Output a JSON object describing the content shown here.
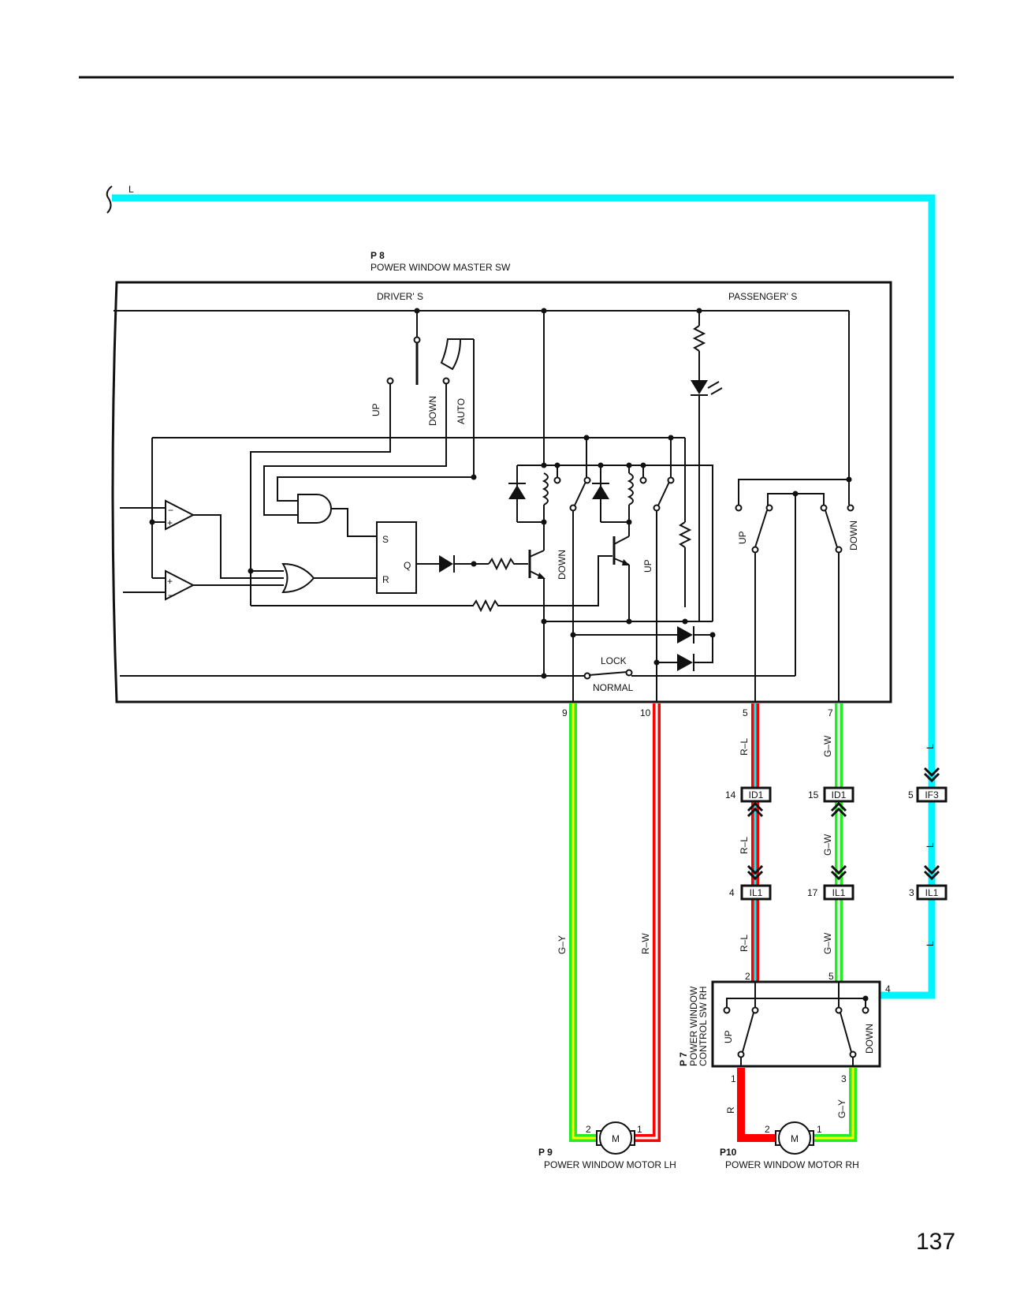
{
  "page": {
    "number": "137"
  },
  "colors": {
    "wire_L": "#00f4ff",
    "red": "#ff0000",
    "green": "#22ee22",
    "yellow": "#ffff00",
    "white": "#ffffff",
    "outline": "#111111"
  },
  "top_wire": {
    "label": "L",
    "color_code": "L"
  },
  "master_switch": {
    "id": "P 8",
    "name": "POWER WINDOW MASTER SW",
    "drivers_label": "DRIVER' S",
    "passengers_label": "PASSENGER' S",
    "driver_switch_positions": [
      "UP",
      "DOWN",
      "AUTO"
    ],
    "relay_labels": [
      "DOWN",
      "UP"
    ],
    "passenger_switch_labels": [
      "UP",
      "DOWN"
    ],
    "lock_label": "LOCK",
    "normal_label": "NORMAL",
    "flipflop": {
      "s": "S",
      "r": "R",
      "q": "Q"
    },
    "comparator_signs": {
      "minus": "−",
      "plus": "+"
    },
    "pins": [
      "9",
      "10",
      "5",
      "7"
    ]
  },
  "wires": {
    "pin9": {
      "pin": "9",
      "code": "G–Y"
    },
    "pin10": {
      "pin": "10",
      "code": "R–W"
    },
    "pin5": {
      "pin": "5",
      "code": "R–L"
    },
    "pin7": {
      "pin": "7",
      "code": "G–W"
    },
    "rh_up": {
      "code": "R"
    },
    "rh_down": {
      "code": "G–Y"
    },
    "l_right": {
      "code": "L"
    }
  },
  "connectors": {
    "id1_a": {
      "pin": "14",
      "name": "ID1"
    },
    "id1_b": {
      "pin": "15",
      "name": "ID1"
    },
    "if3": {
      "pin": "5",
      "name": "IF3"
    },
    "il1_a": {
      "pin": "4",
      "name": "IL1"
    },
    "il1_b": {
      "pin": "17",
      "name": "IL1"
    },
    "il1_c": {
      "pin": "3",
      "name": "IL1"
    }
  },
  "rh_switch": {
    "id": "P 7",
    "name_line1": "POWER WINDOW",
    "name_line2": "CONTROL SW RH",
    "up_label": "UP",
    "down_label": "DOWN",
    "pins": {
      "p2": "2",
      "p5": "5",
      "p4": "4",
      "p1": "1",
      "p3": "3"
    }
  },
  "motor_lh": {
    "id": "P 9",
    "name": "POWER WINDOW MOTOR LH",
    "symbol": "M",
    "pin_left": "2",
    "pin_right": "1"
  },
  "motor_rh": {
    "id": "P10",
    "name": "POWER WINDOW MOTOR RH",
    "symbol": "M",
    "pin_left": "2",
    "pin_right": "1"
  }
}
